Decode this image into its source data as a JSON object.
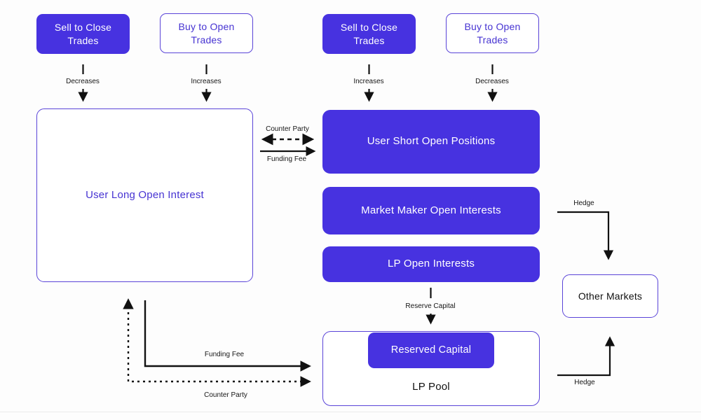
{
  "colors": {
    "fill_purple": "#4732E0",
    "border_purple": "#5A44D8",
    "text_purple": "#4633D2",
    "label_black": "#161616"
  },
  "top_row": {
    "boxes": [
      {
        "label": "Sell to Close Trades",
        "variant": "filled"
      },
      {
        "label": "Buy to Open Trades",
        "variant": "outlined"
      },
      {
        "label": "Sell to Close Trades",
        "variant": "filled"
      },
      {
        "label": "Buy to Open Trades",
        "variant": "outlined"
      }
    ],
    "arrow_labels": [
      "Decreases",
      "Increases",
      "Increases",
      "Decreases"
    ]
  },
  "left_panel": {
    "label": "User Long Open Interest"
  },
  "middle_links": {
    "counter_party": "Counter Party",
    "funding_fee": "Funding Fee"
  },
  "right_column": {
    "boxes": [
      "User Short Open Positions",
      "Market Maker Open Interests",
      "LP Open Interests"
    ]
  },
  "reserve_flow": {
    "label": "Reserve Capital"
  },
  "lp_pool": {
    "title": "LP Pool",
    "reserved_box": "Reserved Capital"
  },
  "other_markets": {
    "label": "Other Markets"
  },
  "hedge": {
    "top": "Hedge",
    "bottom": "Hedge"
  },
  "bottom_links": {
    "funding_fee": "Funding Fee",
    "counter_party": "Counter Party"
  }
}
